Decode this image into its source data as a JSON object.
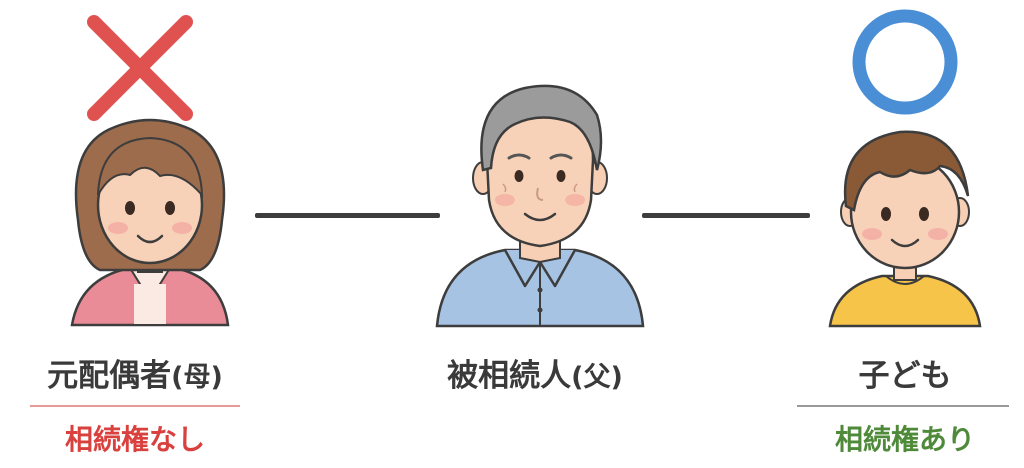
{
  "colors": {
    "no_mark": "#e0524f",
    "yes_mark": "#4a8fd6",
    "no_status": "#d9413e",
    "yes_status": "#4f8a3a",
    "connector": "#3d3d3d"
  },
  "icons": {
    "left_mark": "cross-mark-icon",
    "right_mark": "circle-mark-icon"
  },
  "people": [
    {
      "name": "元配偶者",
      "relation": "(母)",
      "status": "相続権なし"
    },
    {
      "name": "被相続人",
      "relation": "(父)",
      "status": ""
    },
    {
      "name": "子ども",
      "relation": "",
      "status": "相続権あり"
    }
  ]
}
